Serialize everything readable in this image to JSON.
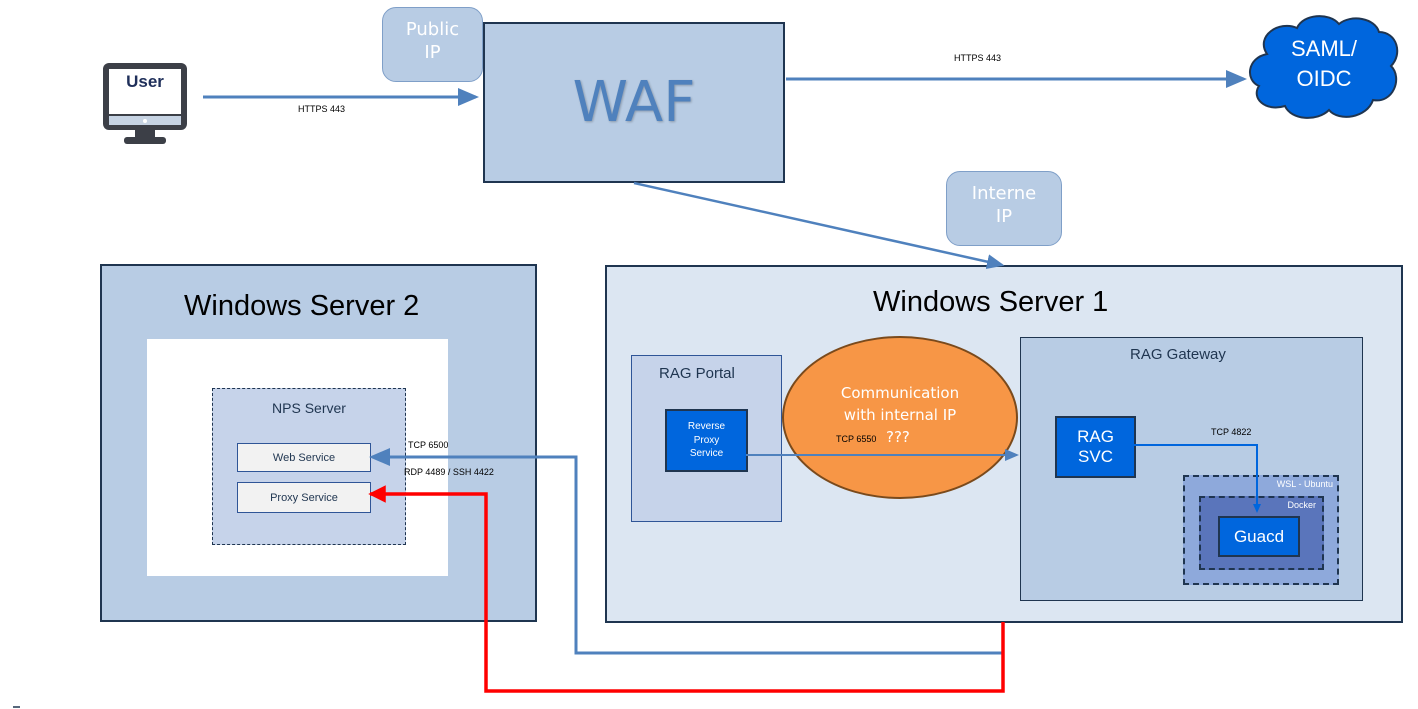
{
  "user": {
    "label": "User",
    "icon": "computer-monitor-icon"
  },
  "callouts": {
    "public_ip": "Public\nIP",
    "interne_ip": "Interne\nIP"
  },
  "waf": {
    "label": "WAF"
  },
  "idp": {
    "label_line1": "SAML/",
    "label_line2": "OIDC",
    "icon": "cloud-icon"
  },
  "connections": {
    "user_to_waf": "HTTPS 443",
    "waf_to_idp": "HTTPS 443",
    "web_service_port": "TCP 6500",
    "proxy_service_port": "RDP 4489 / SSH 4422",
    "portal_to_gateway": "TCP 6550",
    "svc_to_guacd": "TCP 4822"
  },
  "server2": {
    "title": "Windows Server 2",
    "nps": {
      "title": "NPS Server",
      "services": [
        "Web Service",
        "Proxy Service"
      ]
    }
  },
  "server1": {
    "title": "Windows Server 1",
    "portal": {
      "title": "RAG Portal",
      "service_line1": "Reverse",
      "service_line2": "Proxy",
      "service_line3": "Service"
    },
    "note": {
      "line1": "Communication",
      "line2": "with internal IP",
      "question": "???"
    },
    "gateway": {
      "title": "RAG Gateway",
      "svc_line1": "RAG",
      "svc_line2": "SVC",
      "wsl": "WSL - Ubuntu",
      "docker": "Docker",
      "guacd": "Guacd"
    }
  },
  "colors": {
    "line_blue": "#4f81bd",
    "line_red": "#ff0000",
    "box_light": "#b8cce4",
    "server1_bg": "#dce6f2",
    "service_blue": "#0066dd",
    "orange": "#f79646",
    "navy": "#1f3550"
  }
}
